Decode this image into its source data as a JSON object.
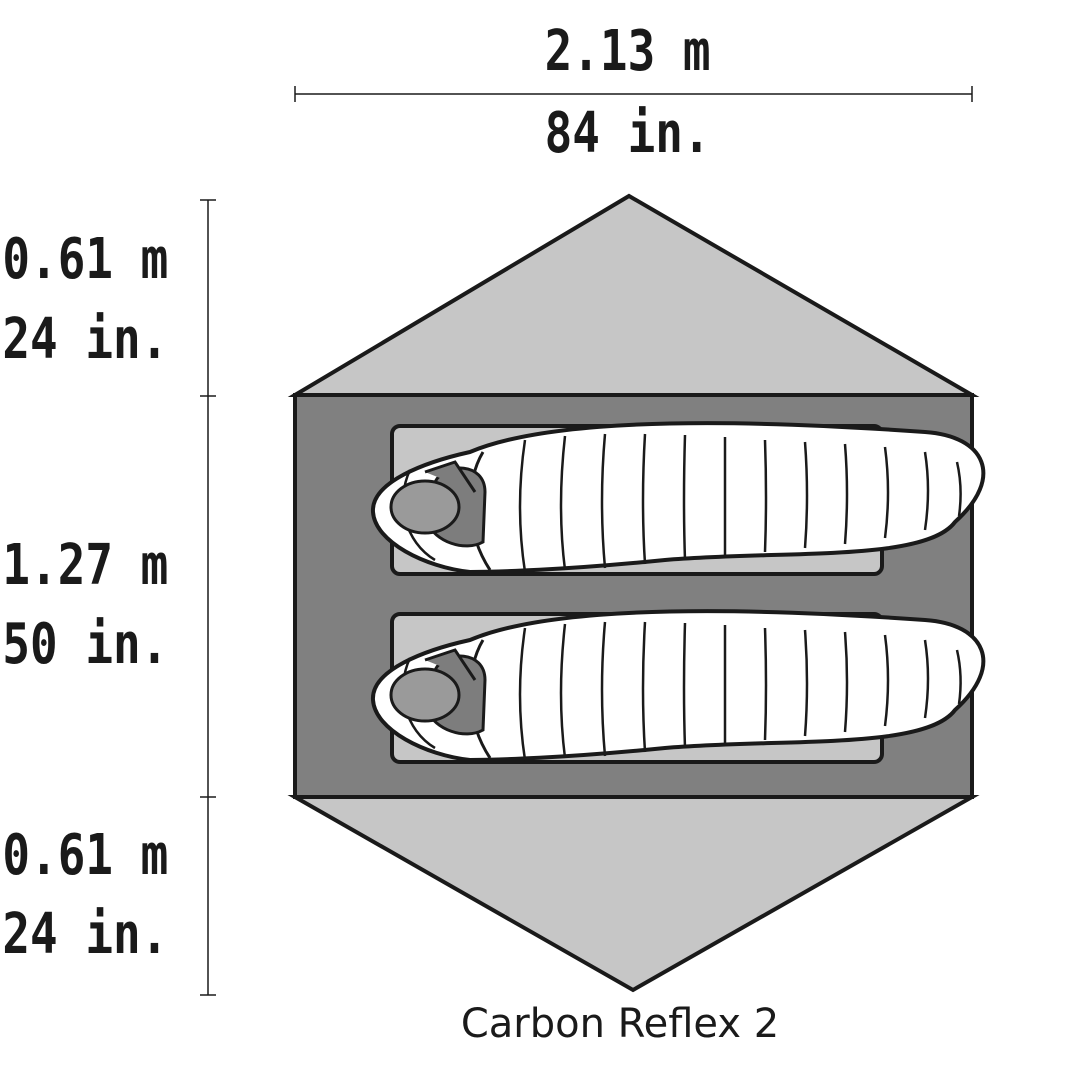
{
  "dimensions": {
    "width_metric": "2.13 m",
    "width_imperial": "84 in.",
    "vestibule_front_metric": "0.61 m",
    "vestibule_front_imperial": "24 in.",
    "floor_width_metric": "1.27 m",
    "floor_width_imperial": "50 in.",
    "vestibule_back_metric": "0.61 m",
    "vestibule_back_imperial": "24 in."
  },
  "product_name": "Carbon Reflex 2",
  "colors": {
    "vestibule": "#c6c6c6",
    "floor": "#808080",
    "pad": "#c6c6c6",
    "bag": "#ffffff",
    "hood": "#7d7d7d",
    "outline": "#1a1a1a"
  },
  "sleepers": 2
}
